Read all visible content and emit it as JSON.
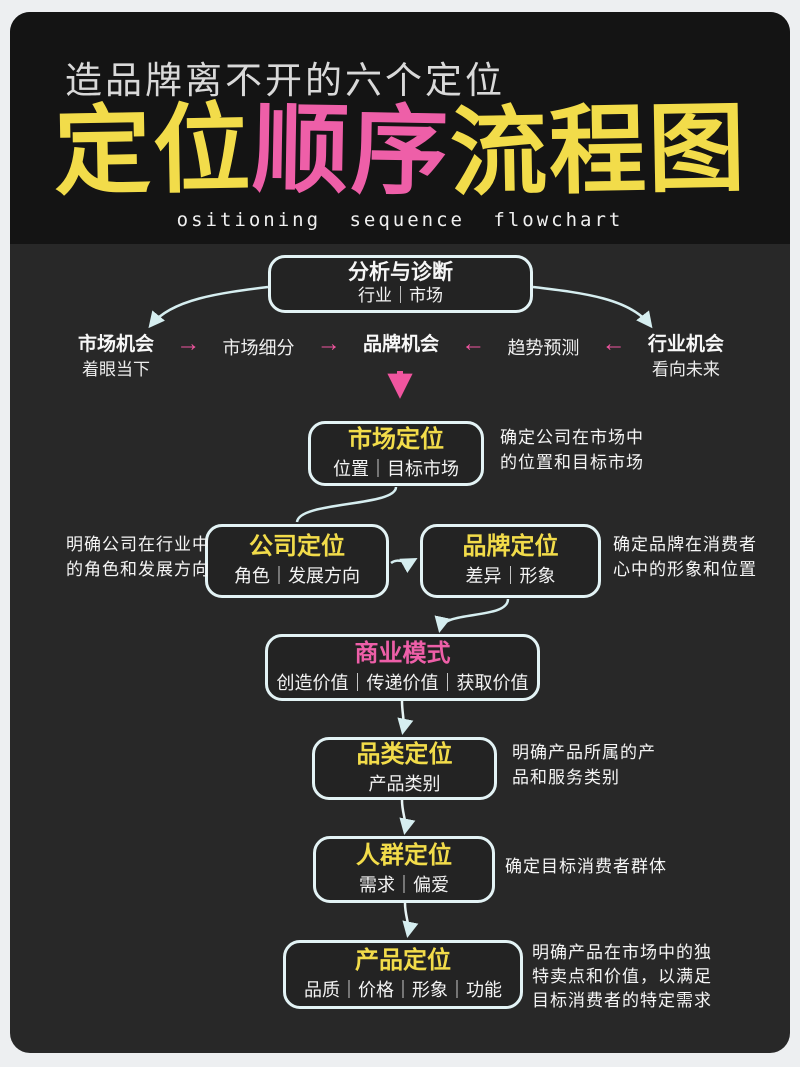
{
  "colors": {
    "page_bg": "#edeff1",
    "card_bg": "#282828",
    "header_band_bg": "#141414",
    "title_yellow": "#f2dc4a",
    "title_pink": "#ee5fa8",
    "connector_line": "#d6eef0",
    "arrow_pink": "#f0559f",
    "body_text": "#f3f3f3"
  },
  "header": {
    "kicker": "造品牌离不开的六个定位",
    "title_segments": [
      {
        "text": "定位",
        "color": "yellow"
      },
      {
        "text": "顺序",
        "color": "pink"
      },
      {
        "text": "流程图",
        "color": "yellow"
      }
    ],
    "subtitle_en": "ositioning sequence flowchart"
  },
  "icons": {
    "arrow_right": "→",
    "arrow_left": "←"
  },
  "flow": {
    "analysis": {
      "title": "分析与诊断",
      "subtitle": "行业｜市场"
    },
    "opportunity_row": {
      "market_opportunity_title": "市场机会",
      "market_opportunity_subtitle": "着眼当下",
      "market_segmentation": "市场细分",
      "brand_opportunity": "品牌机会",
      "trend_forecast": "趋势预测",
      "industry_opportunity_title": "行业机会",
      "industry_opportunity_subtitle": "看向未来"
    },
    "market": {
      "title": "市场定位",
      "subtitle": "位置｜目标市场",
      "note": "确定公司在市场中\n的位置和目标市场"
    },
    "company": {
      "title": "公司定位",
      "subtitle": "角色｜发展方向",
      "note": "明确公司在行业中\n的角色和发展方向"
    },
    "brand": {
      "title": "品牌定位",
      "subtitle": "差异｜形象",
      "note": "确定品牌在消费者\n心中的形象和位置"
    },
    "business": {
      "title": "商业模式",
      "subtitle": "创造价值｜传递价值｜获取价值"
    },
    "category": {
      "title": "品类定位",
      "subtitle": "产品类别",
      "note": "明确产品所属的产\n品和服务类别"
    },
    "crowd": {
      "title": "人群定位",
      "subtitle": "需求｜偏爱",
      "note": "确定目标消费者群体"
    },
    "product": {
      "title": "产品定位",
      "subtitle": "品质｜价格｜形象｜功能",
      "note": "明确产品在市场中的独\n特卖点和价值，以满足\n目标消费者的特定需求"
    }
  }
}
